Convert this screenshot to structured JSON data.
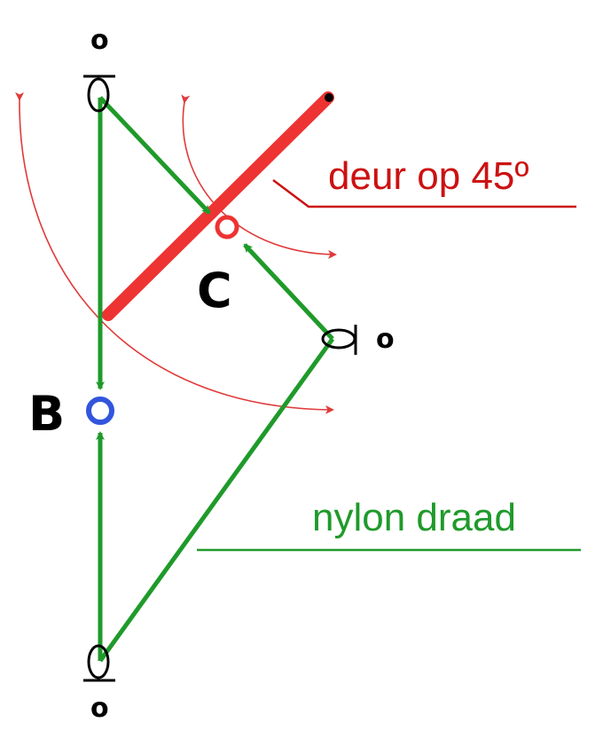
{
  "labels": {
    "point_c": "C",
    "point_b": "B",
    "pulley_top": "o",
    "pulley_right": "o",
    "pulley_bottom": "o",
    "door_note": "deur op 45º",
    "wire_note": "nylon draad"
  },
  "colors": {
    "door": "#ee3333",
    "swing": "#e03a3a",
    "wire": "#1f9a2a",
    "point_b": "#3355dd",
    "door_text": "#cc1111",
    "wire_text": "#1f9a2a",
    "ink": "#000000"
  }
}
